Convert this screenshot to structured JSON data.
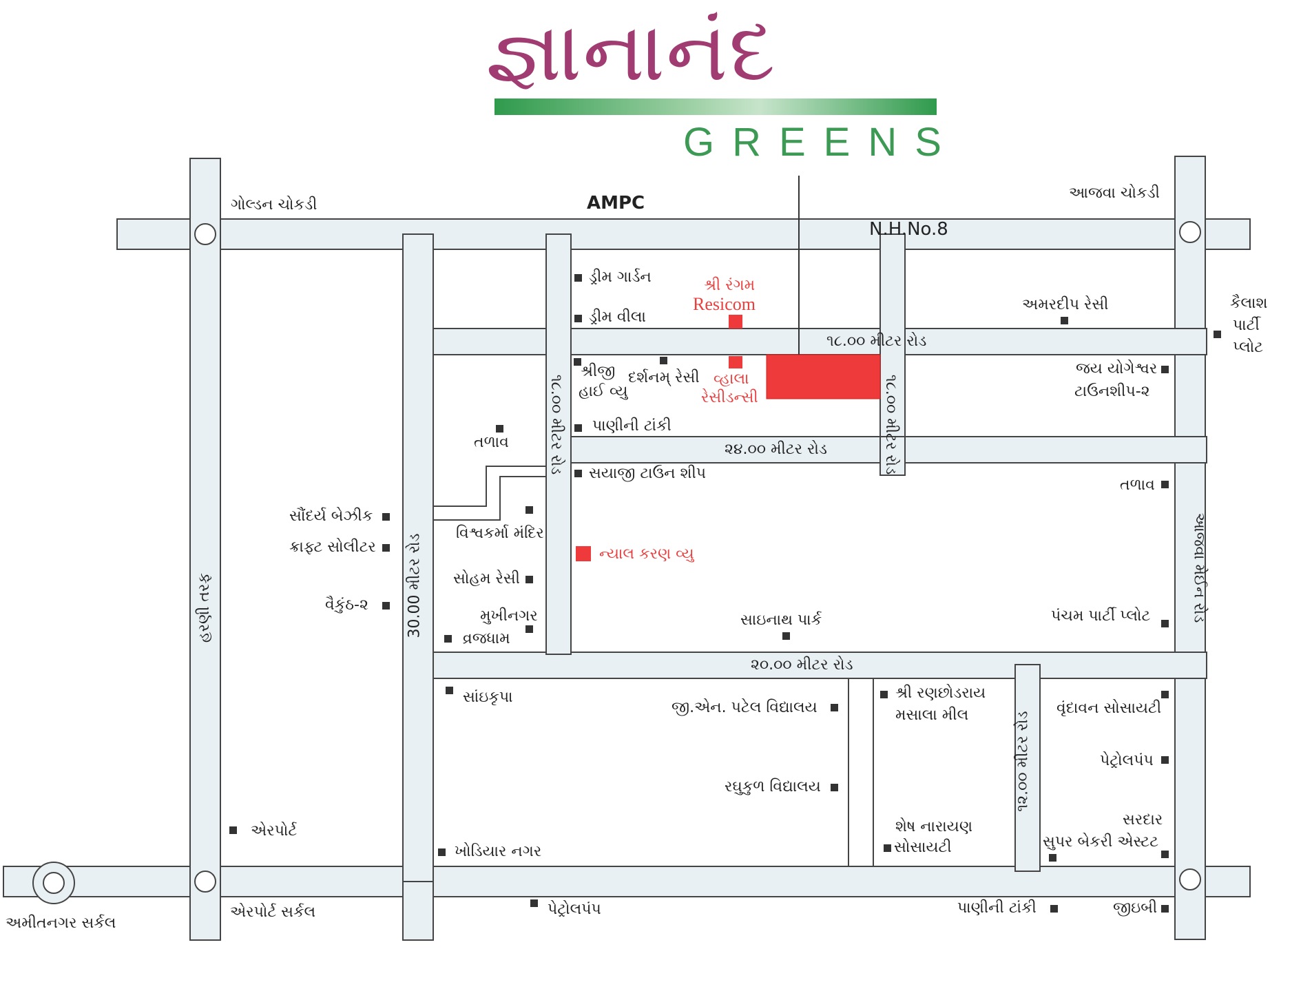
{
  "brand": {
    "title_gu": "જ્ઞાનાનંદ",
    "title_en": "GREENS",
    "accent_color": "#a03c72",
    "green_color": "#3c9a55"
  },
  "roads": {
    "main_highway": "N.H.No.8",
    "r18_top": "૧૮.૦૦ મીટર રોડ",
    "r24": "૨૪.૦૦ મીટર રોડ",
    "r20": "૨૦.૦૦ મીટર રોડ",
    "r18_left": "૧૮.૦૦ મીટર રોડ",
    "r18_right": "૧૮.૦૦ મીટર રોડ",
    "r30": "30.00 મીટર રોડ",
    "r12": "૧૨.૦૦ મીટર રોડ",
    "harni": "હરણી તરફ",
    "ajwa_main": "આજવા મેઈન રોડ"
  },
  "places": {
    "golden": "ગોલ્ડન ચોકડી",
    "ampc": "AMPC",
    "ajwa": "આજવા ચોકડી",
    "dream_garden": "ડ્રીમ ગાર્ડન",
    "dream_villa": "ડ્રીમ વીલા",
    "shree_rangam": "શ્રી રંગમ",
    "resicom": "Resicom",
    "amardeep": "અમરદીપ રેસી",
    "kailash1": "કૈલાશ",
    "kailash2": "પાર્ટી",
    "kailash3": "પ્લોટ",
    "shreeji1": "શ્રીજી",
    "shreeji2": "હાઈ વ્યુ",
    "darshanam": "દર્શનમ્ રેસી",
    "vhala1": "વ્હાલા",
    "vhala2": "રેસીડન્સી",
    "jay1": "જય યોગેશ્વર",
    "jay2": "ટાઉનશીપ-૨",
    "panini_tanki": "પાણીની ટાંકી",
    "talav_left": "તળાવ",
    "sayaji": "સયાજી ટાઉન શીપ",
    "talav_right": "તળાવ",
    "saundarya": "સૌંદર્ય બેઝીક",
    "kraft": "ક્રાફ્ટ સોલીટર",
    "vishwakarma": "વિશ્વકર્મા મંદિર",
    "nyal": "ન્યાલ કરણ વ્યુ",
    "soham": "સોહમ રેસી",
    "vaikunth": "વૈકુંઠ-૨",
    "mukhinagar": "મુખીનગર",
    "vrajdham": "વ્રજધામ",
    "sainath": "સાઇનાથ પાર્ક",
    "pancham": "પંચમ પાર્ટી પ્લોટ",
    "sainkrupa": "સાંઇકૃપા",
    "gn_patel": "જી.એન. પટેલ વિદ્યાલય",
    "ranchhod1": "શ્રી રણછોડરાય",
    "ranchhod2": "મસાલા મીલ",
    "vrundavan": "વૃંદાવન સોસાયટી",
    "petrol_right": "પેટ્રોલપંપ",
    "raghukul": "રઘુકુળ વિદ્યાલય",
    "airport": "એરપોર્ટ",
    "shesh1": "શેષ નારાયણ",
    "shesh2": "સોસાયટી",
    "sardar1": "સરદાર",
    "sardar2": "સુપર બેકરી એસ્ટટ",
    "khodiyar": "ખોડિયાર નગર",
    "amitnagar": "અમીતનગર સર્કલ",
    "airport_circle": "એરપોર્ટ સર્કલ",
    "petrol_bottom": "પેટ્રોલપંપ",
    "panini_bottom": "પાણીની ટાંકી",
    "gidc": "જીઇબી"
  },
  "colors": {
    "road_fill": "#e8f0f3",
    "road_stroke": "#444444",
    "highlight": "#ee3a3a",
    "marker": "#333333"
  }
}
